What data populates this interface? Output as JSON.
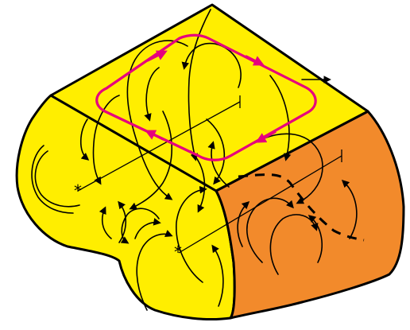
{
  "figure": {
    "type": "3D block with vortex flow lines",
    "colors": {
      "top_face": "#ffee00",
      "front_face": "#ffee00",
      "side_face": "#f28a2b",
      "outline": "#000000",
      "circulation_loop": "#e6007e",
      "background": "#ffffff"
    },
    "markers": [
      "*",
      "*"
    ],
    "icons": {
      "flow_arrow": "black-arrowhead",
      "circulation_arrow": "magenta-arrowhead",
      "axis_marker": "asterisk"
    }
  }
}
